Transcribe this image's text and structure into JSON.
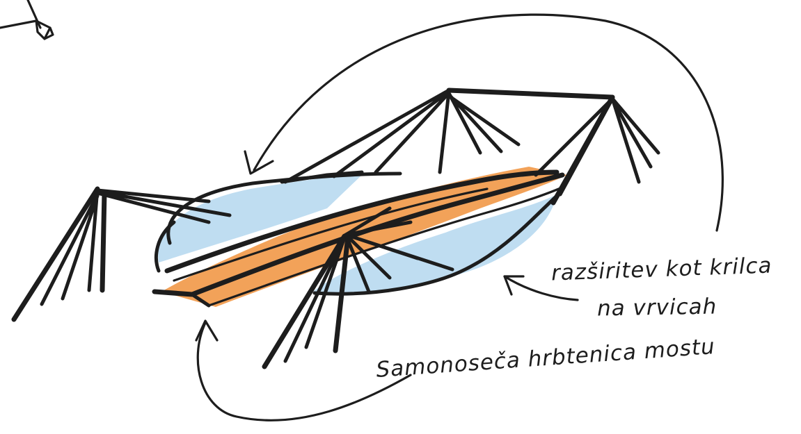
{
  "annotations": {
    "wings_line1": "razširitev kot krilca",
    "wings_line2": "na vrvicah",
    "spine": "Samonoseča hrbtenica mostu"
  },
  "colors": {
    "ink": "#1d1d1d",
    "wing_fill": "#a9d2ec",
    "deck_fill": "#f0923c",
    "paper": "#ffffff"
  },
  "icons": [
    "mast-corner-sketch"
  ]
}
